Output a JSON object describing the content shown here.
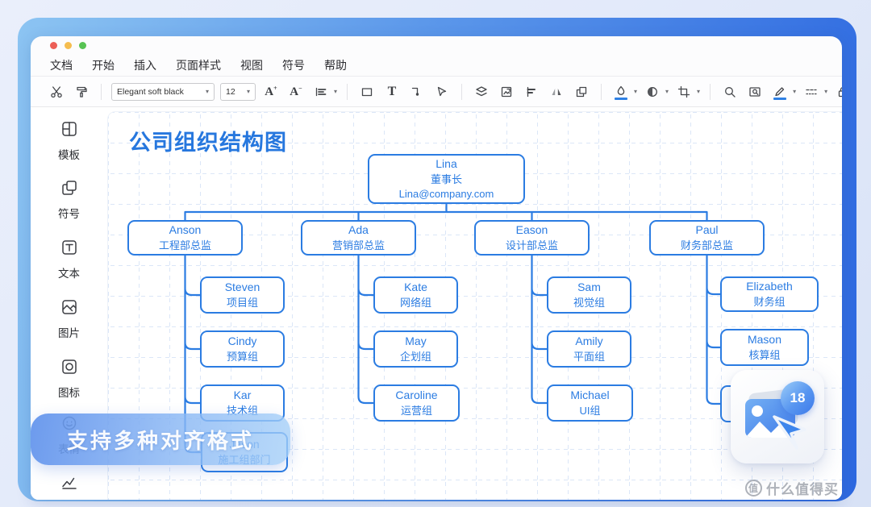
{
  "menu": {
    "items": [
      "文档",
      "开始",
      "插入",
      "页面样式",
      "视图",
      "符号",
      "帮助"
    ]
  },
  "toolbar": {
    "font_name": "Elegant soft black",
    "font_size": "12",
    "icons": [
      "cut-icon",
      "format-painter-icon",
      "increase-font-icon",
      "decrease-font-icon",
      "text-align-icon",
      "rect-shape-icon",
      "text-tool-icon",
      "connector-tool-icon",
      "pointer-tool-icon",
      "layers-icon",
      "replace-image-icon",
      "align-objects-icon",
      "flip-icon",
      "bring-forward-icon",
      "fill-color-icon",
      "shape-style-icon",
      "crop-icon",
      "search-icon",
      "find-replace-icon",
      "line-color-icon",
      "line-style-icon",
      "lock-icon",
      "frame-icon",
      "group-icon"
    ]
  },
  "sidebar": {
    "items": [
      {
        "label": "模板",
        "icon": "template-icon"
      },
      {
        "label": "符号",
        "icon": "symbol-icon"
      },
      {
        "label": "文本",
        "icon": "text-icon"
      },
      {
        "label": "图片",
        "icon": "image-icon"
      },
      {
        "label": "图标",
        "icon": "icon-library-icon"
      },
      {
        "label": "表情",
        "icon": "sticker-icon"
      },
      {
        "label": "",
        "icon": "chart-icon"
      }
    ]
  },
  "canvas": {
    "title": "公司组织结构图"
  },
  "orgchart": {
    "lina": {
      "name": "Lina",
      "title": "董事长",
      "email": "Lina@company.com"
    },
    "anson": {
      "name": "Anson",
      "dept": "工程部总监"
    },
    "ada": {
      "name": "Ada",
      "dept": "营销部总监"
    },
    "eason": {
      "name": "Eason",
      "dept": "设计部总监"
    },
    "paul": {
      "name": "Paul",
      "dept": "财务部总监"
    },
    "steven": {
      "name": "Steven",
      "dept": "项目组"
    },
    "cindy": {
      "name": "Cindy",
      "dept": "预算组"
    },
    "kar": {
      "name": "Kar",
      "dept": "技术组"
    },
    "jason": {
      "name": "Jason",
      "dept": "施工组部门"
    },
    "kate": {
      "name": "Kate",
      "dept": "网络组"
    },
    "may": {
      "name": "May",
      "dept": "企划组"
    },
    "caroline": {
      "name": "Caroline",
      "dept": "运营组"
    },
    "sam": {
      "name": "Sam",
      "dept": "视觉组"
    },
    "amily": {
      "name": "Amily",
      "dept": "平面组"
    },
    "michael": {
      "name": "Michael",
      "dept": "UI组"
    },
    "elizabeth": {
      "name": "Elizabeth",
      "dept": "财务组"
    },
    "mason": {
      "name": "Mason",
      "dept": "核算组"
    }
  },
  "overlay": {
    "banner_text": "支持多种对齐格式",
    "badge_count": "18"
  },
  "watermark": {
    "logo_char": "值",
    "text": "什么值得买"
  },
  "colors": {
    "accent": "#2b7ce2",
    "title_blue": "#2677de",
    "frame_start": "#8cc4f2",
    "frame_end": "#2d68e0"
  }
}
